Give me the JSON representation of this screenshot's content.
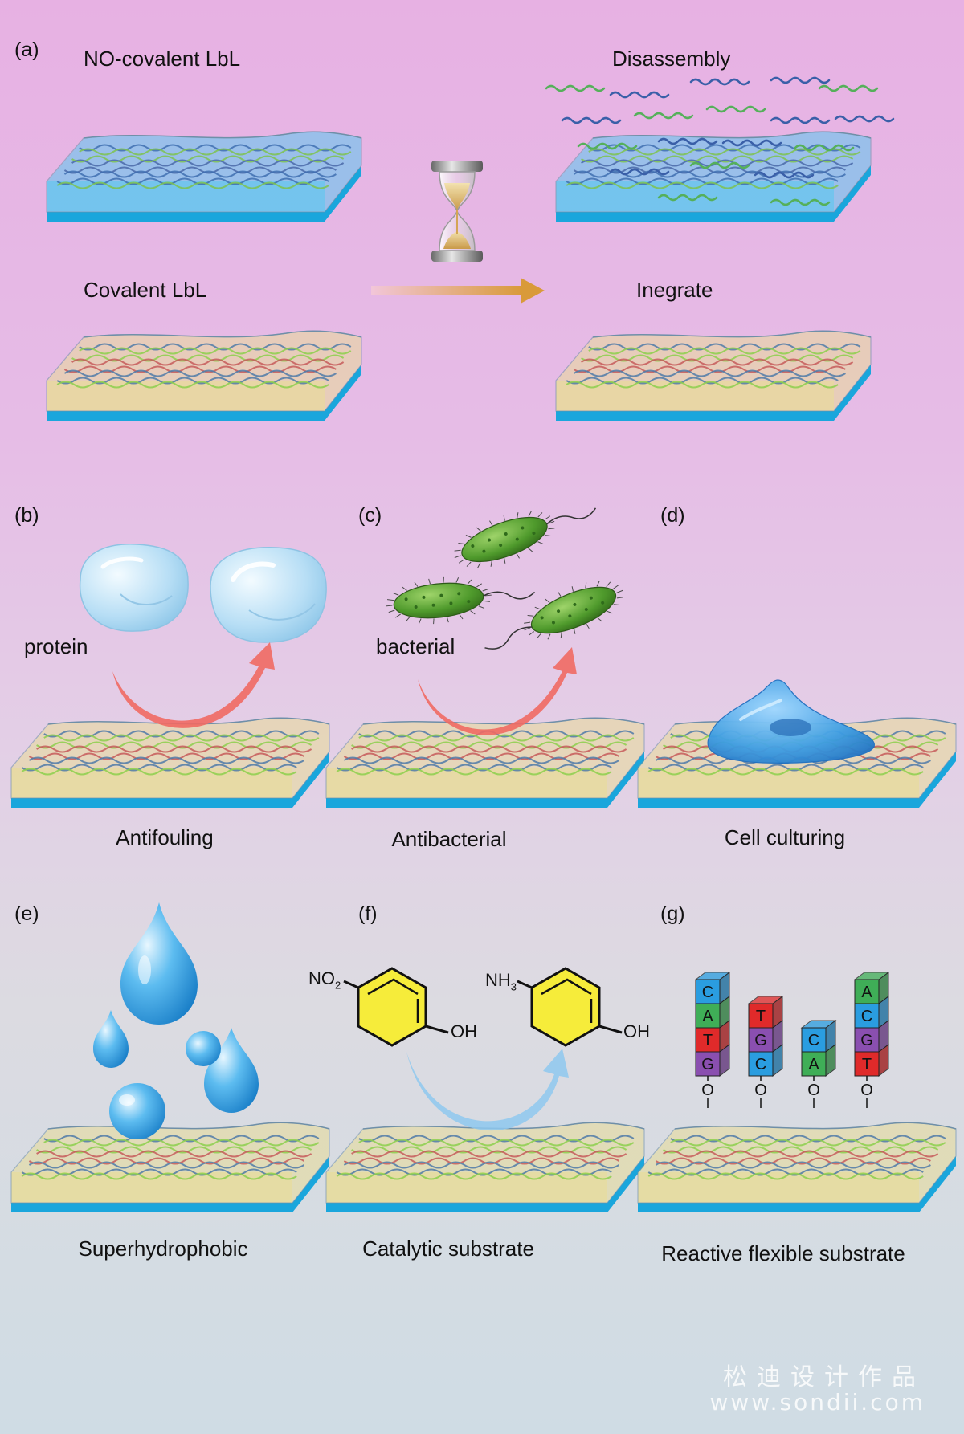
{
  "panels": {
    "a": "(a)",
    "b": "(b)",
    "c": "(c)",
    "d": "(d)",
    "e": "(e)",
    "f": "(f)",
    "g": "(g)"
  },
  "labels": {
    "no_covalent": "NO-covalent LbL",
    "disassembly": "Disassembly",
    "covalent": "Covalent LbL",
    "integrate": "Inegrate",
    "protein": "protein",
    "bacterial": "bacterial"
  },
  "captions": {
    "antifouling": "Antifouling",
    "antibacterial": "Antibacterial",
    "cell_culturing": "Cell culturing",
    "superhydrophobic": "Superhydrophobic",
    "catalytic": "Catalytic substrate",
    "reactive": "Reactive flexible substrate"
  },
  "chemistry": {
    "reactant_group": "NO",
    "reactant_sub": "2",
    "product_group": "NH",
    "product_sub": "3",
    "hydroxyl": "OH"
  },
  "dna_stacks": [
    {
      "bases": [
        "C",
        "A",
        "T",
        "G"
      ],
      "linker": "O"
    },
    {
      "bases": [
        "T",
        "G",
        "C"
      ],
      "linker": "O"
    },
    {
      "bases": [
        "C",
        "A"
      ],
      "linker": "O"
    },
    {
      "bases": [
        "A",
        "C",
        "G",
        "T"
      ],
      "linker": "O"
    }
  ],
  "base_colors": {
    "A": "#3fae57",
    "C": "#2a9de0",
    "G": "#8a4fb0",
    "T": "#e02a2a"
  },
  "colors": {
    "layer_blue": "#5cc8f0",
    "layer_yellow": "#e9dc97",
    "substrate": "#1aa6dc",
    "arrow_red": "#f06a63",
    "arrow_blue": "#8ec8ef",
    "arrow_gold": "#d9a24a"
  },
  "watermark": {
    "line1": "松迪设计作品",
    "line2": "www.sondii.com"
  }
}
